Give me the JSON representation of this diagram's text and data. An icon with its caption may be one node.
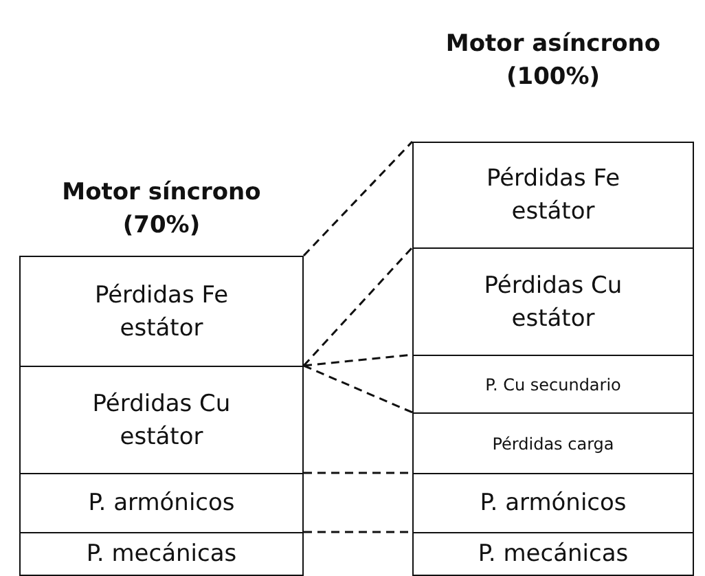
{
  "diagram": {
    "nodes": [
      {
        "text": [
          "Motor síncrono (70%)"
        ]
      },
      {
        "text": [
          "Pérdidas Fe estátor"
        ],
        "in": 0
      },
      {
        "text": [
          "Pérdidas Cu estátor"
        ],
        "in": 0
      },
      {
        "text": [
          "P. armónicos"
        ],
        "in": 0
      },
      {
        "text": [
          "P. mecánicas"
        ],
        "in": 0
      },
      {
        "text": [
          "Motor asíncrono (100%)"
        ]
      },
      {
        "text": [
          "Pérdidas Fe estátor"
        ],
        "in": 5
      },
      {
        "text": [
          "Pérdidas Cu estátor"
        ],
        "in": 5
      },
      {
        "text": [
          "P. Cu secundario"
        ],
        "in": 5
      },
      {
        "text": [
          "Pérdidas carga"
        ],
        "in": 5
      },
      {
        "text": [
          "P. armónicos"
        ],
        "in": 5
      },
      {
        "text": [
          "P. mecánicas"
        ],
        "in": 5
      }
    ],
    "edges": [
      {
        "from": 1,
        "to": 6,
        "arrow": "none",
        "style": "dashed"
      },
      {
        "from": 2,
        "to": 7,
        "arrow": "none",
        "style": "dashed"
      },
      {
        "from": 2,
        "to": 8,
        "arrow": "none",
        "style": "dashed"
      },
      {
        "from": 2,
        "to": 9,
        "arrow": "none",
        "style": "dashed"
      },
      {
        "from": 3,
        "to": 10,
        "arrow": "none",
        "style": "dashed"
      },
      {
        "from": 4,
        "to": 11,
        "arrow": "none",
        "style": "dashed"
      }
    ]
  }
}
